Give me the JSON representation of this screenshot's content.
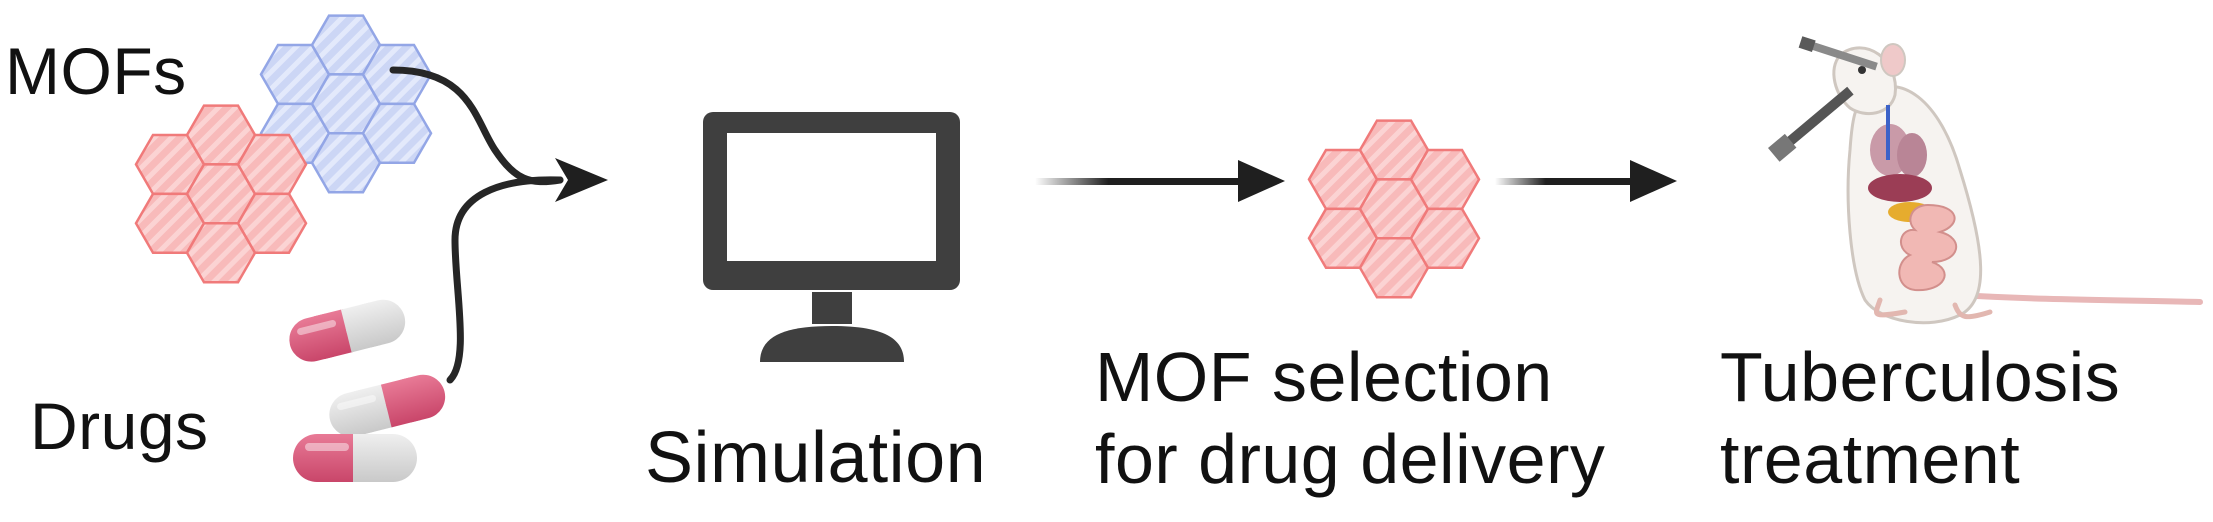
{
  "labels": {
    "mofs": "MOFs",
    "drugs": "Drugs",
    "simulation": "Simulation",
    "mof_selection_line1": "MOF selection",
    "mof_selection_line2": "for drug delivery",
    "tuberculosis_line1": "Tuberculosis",
    "tuberculosis_line2": "treatment"
  },
  "icons": {
    "mof_red": "mof-hexagon-cluster-icon",
    "mof_blue": "mof-hexagon-cluster-icon",
    "drug_capsules": "capsule-icon",
    "computer": "computer-monitor-icon",
    "selected_mof": "mof-hexagon-cluster-icon",
    "mouse": "lab-mouse-icon"
  },
  "colors": {
    "mof_red_fill": "#f7b1b1",
    "mof_red_stroke": "#f07a7a",
    "mof_blue_fill": "#c9d3f4",
    "mof_blue_stroke": "#93a6e6",
    "capsule_red": "#d9577a",
    "capsule_gray": "#d6d6d6",
    "monitor": "#3f3f3f",
    "arrow": "#1f1f1f"
  }
}
